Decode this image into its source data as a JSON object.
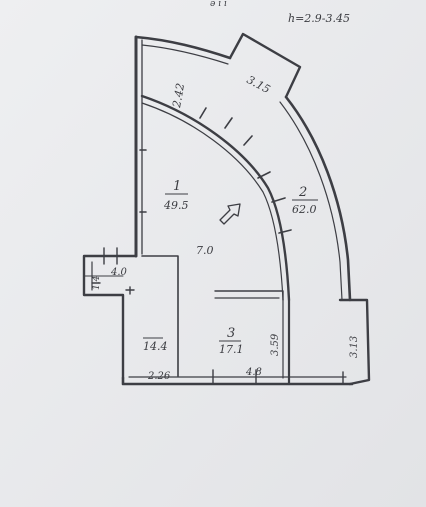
{
  "header_note": "h=2.9-3.45",
  "top_fragment": "ǝ  ı  ı",
  "rooms": [
    {
      "number": "1",
      "area": "49.5"
    },
    {
      "number": "2",
      "area": "62.0"
    },
    {
      "number": "3",
      "area": "17.1"
    }
  ],
  "small_area": "14.4",
  "dimensions": {
    "arc_top": "3.15",
    "wall_left_upper": "2.42",
    "interior": "7.0",
    "niche_width": "4.0",
    "niche_side": "1.4",
    "bottom_left": "2.26",
    "bottom_mid": "4.8",
    "room3_side": "3.59",
    "right_side": "3.13"
  }
}
